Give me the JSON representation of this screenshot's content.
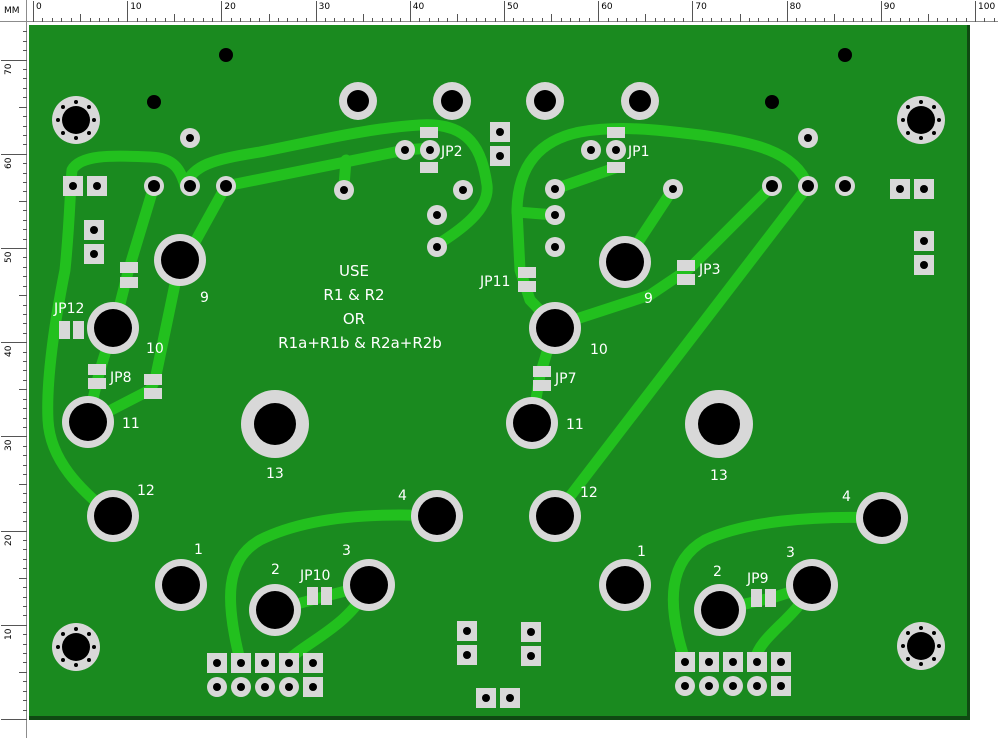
{
  "ruler": {
    "unit": "MM",
    "top_labels": [
      "0",
      "10",
      "20",
      "30",
      "40",
      "50",
      "60",
      "70",
      "80",
      "90",
      "100"
    ],
    "left_labels": [
      "70",
      "60",
      "50",
      "40",
      "30",
      "20",
      "10"
    ]
  },
  "colors": {
    "board": "#1a8a1f",
    "board_edge": "#0f4a12",
    "trace": "#22c01e",
    "pad": "#d8d8d8",
    "hole": "#000000",
    "silk": "#ffffff"
  },
  "silkscreen": {
    "note_line1": "USE",
    "note_line2": "R1 & R2",
    "note_line3": "OR",
    "note_line4": "R1a+R1b & R2a+R2b"
  },
  "labels": {
    "jp1": "JP1",
    "jp2": "JP2",
    "jp3": "JP3",
    "jp7": "JP7",
    "jp8": "JP8",
    "jp9": "JP9",
    "jp10": "JP10",
    "jp11": "JP11",
    "jp12": "JP12",
    "l_9": "9",
    "l_10": "10",
    "l_11": "11",
    "l_12": "12",
    "l_13": "13",
    "l_1": "1",
    "l_2": "2",
    "l_3": "3",
    "l_4": "4",
    "r_9": "9",
    "r_10": "10",
    "r_11": "11",
    "r_12": "12",
    "r_13": "13",
    "r_1": "1",
    "r_2": "2",
    "r_3": "3",
    "r_4": "4"
  }
}
